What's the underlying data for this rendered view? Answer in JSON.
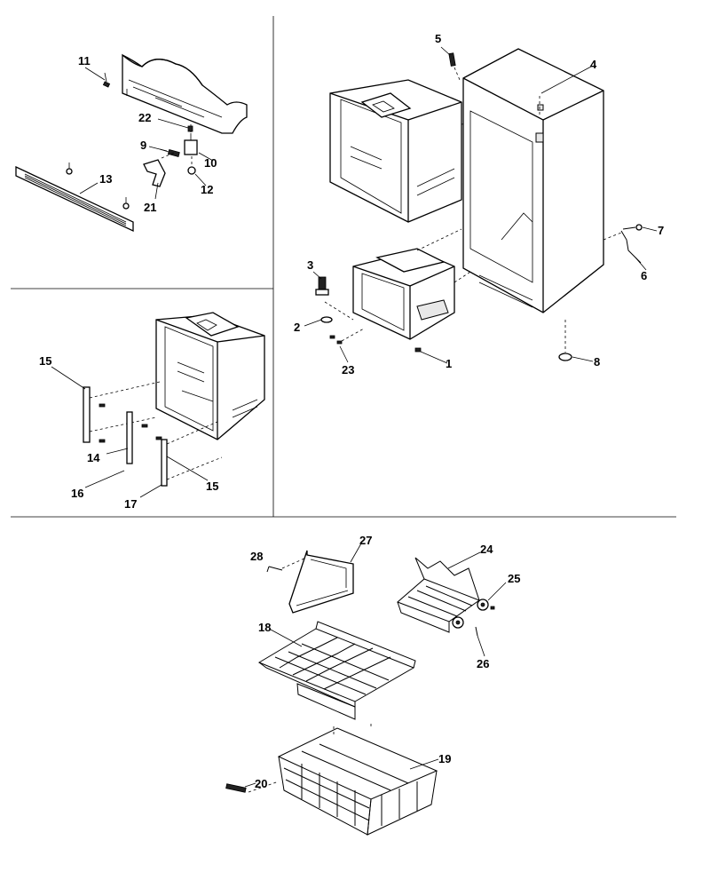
{
  "callouts": [
    "1",
    "2",
    "3",
    "4",
    "5",
    "6",
    "7",
    "8",
    "9",
    "10",
    "11",
    "12",
    "13",
    "14",
    "15",
    "15",
    "16",
    "17",
    "18",
    "19",
    "20",
    "21",
    "22",
    "23",
    "24",
    "25",
    "26",
    "27",
    "28"
  ]
}
